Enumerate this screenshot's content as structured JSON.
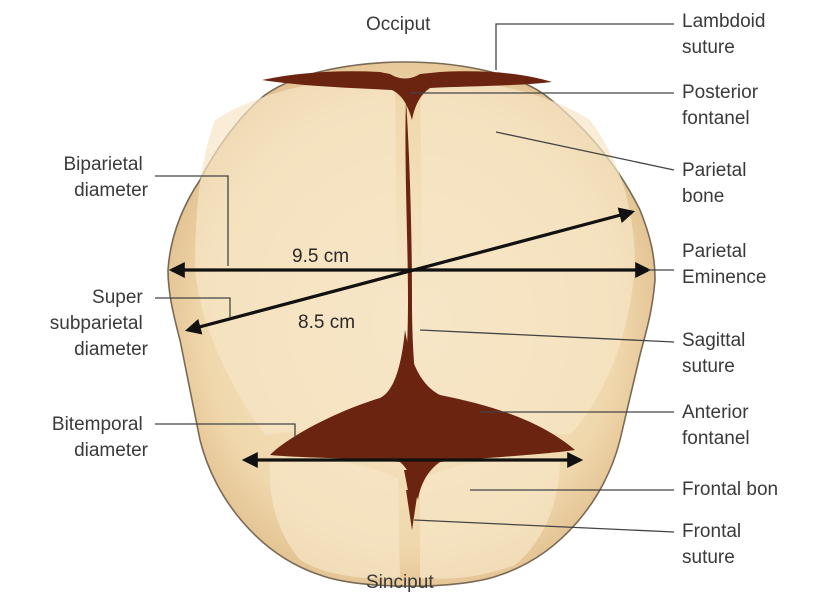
{
  "labels": {
    "top": "Occiput",
    "bottom": "Sinciput",
    "lambdoid": [
      "Lambdoid",
      "suture"
    ],
    "posterior_fontanel": [
      "Posterior",
      "fontanel"
    ],
    "parietal_bone": [
      "Parietal",
      "bone"
    ],
    "parietal_eminence": [
      "Parietal",
      "Eminence"
    ],
    "sagittal": [
      "Sagittal",
      "suture"
    ],
    "anterior_fontanel": [
      "Anterior",
      "fontanel"
    ],
    "frontal_bone": "Frontal bon",
    "frontal_suture": [
      "Frontal",
      "suture"
    ],
    "biparietal": [
      "Biparietal",
      "diameter"
    ],
    "super_subparietal": [
      "Super",
      "subparietal",
      "diameter"
    ],
    "bitemporal": [
      "Bitemporal",
      "diameter"
    ]
  },
  "measurements": {
    "biparietal": "9.5 cm",
    "super_subparietal": "8.5 cm"
  },
  "colors": {
    "bone_fill": "#f2ddb8",
    "bone_rim": "#c99d6a",
    "suture": "#6b2410",
    "outline": "#7a6a55"
  }
}
